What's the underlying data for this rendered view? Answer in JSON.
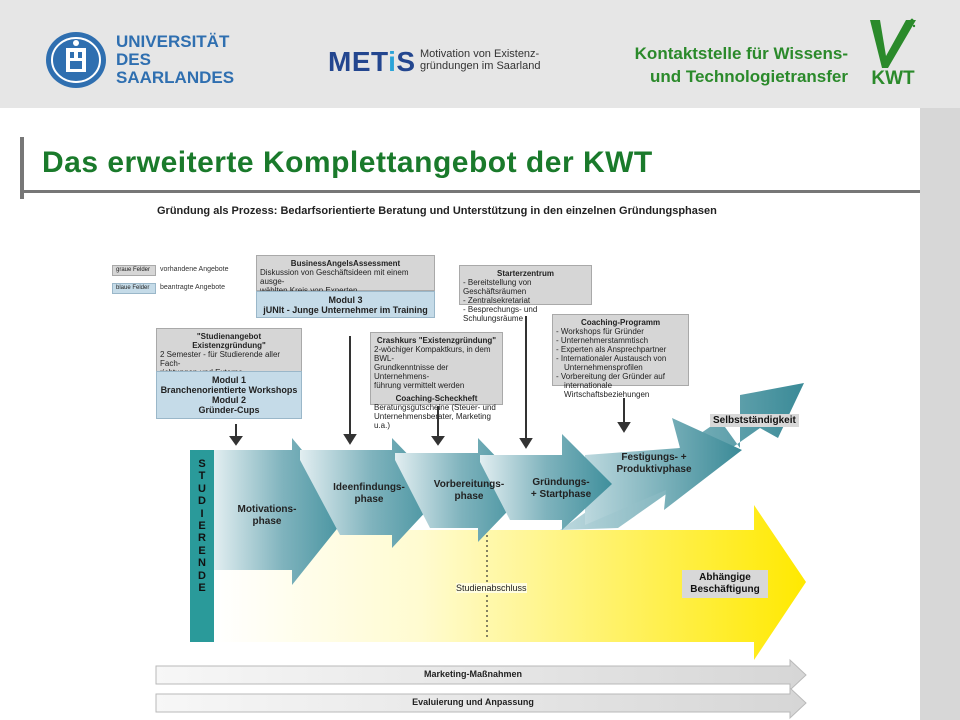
{
  "header": {
    "uni_line1": "UNIVERSITÄT",
    "uni_line2": "DES",
    "uni_line3": "SAARLANDES",
    "metis_pre": "MET",
    "metis_i": "i",
    "metis_post": "S",
    "metis_sub1": "Motivation von Existenz-",
    "metis_sub2": "gründungen im Saarland",
    "kontakt_line1": "Kontaktstelle für Wissens-",
    "kontakt_line2": "und Technologietransfer",
    "kwt_logo_text": "KWT"
  },
  "page": {
    "title": "Das erweiterte Komplettangebot der KWT",
    "subtitle": "Gründung als Prozess: Bedarfsorientierte Beratung und Unterstützung in den einzelnen Gründungsphasen"
  },
  "legend": {
    "gray_chip": "graue Felder",
    "gray_text": "vorhandene Angebote",
    "blue_chip": "blaue Felder",
    "blue_text": "beantragte Angebote"
  },
  "boxes": {
    "bas_title": "BusinessAngelsAssessment",
    "bas_text1": "Diskussion von Geschäftsideen mit einem ausge-",
    "bas_text2": "wählten Kreis von Experten",
    "modul3_title": "Modul 3",
    "modul3_text": "jUNIt - Junge Unternehmer im Training",
    "starter_title": "Starterzentrum",
    "starter_l1": "- Bereitstellung von Geschäftsräumen",
    "starter_l2": "- Zentralsekretariat",
    "starter_l3": "- Besprechungs- und Schulungsräume",
    "studien_title1": "\"Studienangebot",
    "studien_title2": "Existenzgründung\"",
    "studien_text1": "2 Semester - für Studierende aller Fach-",
    "studien_text2": "richtungen und Externe",
    "modul1_title": "Modul 1",
    "modul1_text": "Branchenorientierte Workshops",
    "modul2_title": "Modul 2",
    "modul2_text": "Gründer-Cups",
    "crash_title": "Crashkurs \"Existenzgründung\"",
    "crash_text1": "2-wöchiger Kompaktkurs, in dem BWL-",
    "crash_text2": "Grundkenntnisse der Unternehmens-",
    "crash_text3": "führung vermittelt werden",
    "coach_check_title": "Coaching-Scheckheft",
    "coach_check_text1": "Beratungsgutscheine (Steuer- und",
    "coach_check_text2": "Unternehmensberater, Marketing u.a.)",
    "coaching_title": "Coaching-Programm",
    "coaching_l1": "- Workshops für Gründer",
    "coaching_l2": "- Unternehmerstammtisch",
    "coaching_l3": "- Experten als Ansprechpartner",
    "coaching_l4": "- Internationaler Austausch von",
    "coaching_l5": "Unternehmensprofilen",
    "coaching_l6": "- Vorbereitung der Gründer auf",
    "coaching_l7": "internationale Wirtschaftsbeziehungen"
  },
  "phases": {
    "motivation1": "Motivations-",
    "motivation2": "phase",
    "ideen1": "Ideenfindungs-",
    "ideen2": "phase",
    "vorbereitung1": "Vorbereitungs-",
    "vorbereitung2": "phase",
    "gruendung1": "Gründungs-",
    "gruendung2": "+ Startphase",
    "festigung1": "Festigungs- +",
    "festigung2": "Produktivphase",
    "selbst": "Selbstständigkeit",
    "abh1": "Abhängige",
    "abh2": "Beschäftigung",
    "studienabschluss": "Studienabschluss",
    "studierende": "STUDIERENDE"
  },
  "bottom": {
    "marketing": "Marketing-Maßnahmen",
    "evaluierung": "Evaluierung und Anpassung"
  },
  "colors": {
    "uni_blue": "#2f6fb0",
    "metis_navy": "#23468f",
    "kwt_green": "#2b8a2b",
    "title_green": "#1a7a2b",
    "teal": "#2a9a9a",
    "yellow": "#ffe900",
    "gray_box": "#d6d6d6",
    "blue_box": "#c5dbe8"
  }
}
